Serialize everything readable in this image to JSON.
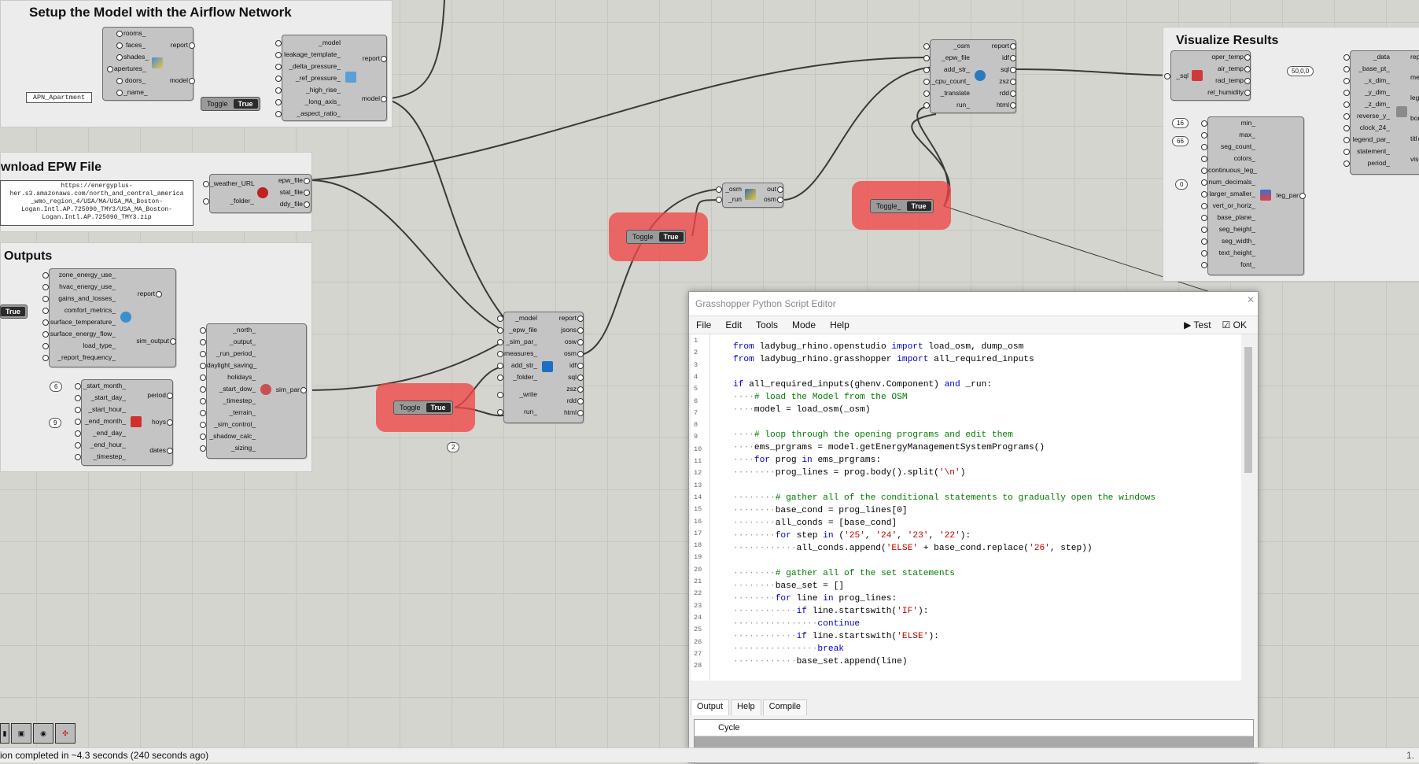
{
  "groups": {
    "airflow": {
      "title": "Setup the Model with the Airflow Network"
    },
    "epw": {
      "title": "wnload EPW File"
    },
    "outputs": {
      "title": "Outputs"
    },
    "visualize": {
      "title": "Visualize Results"
    }
  },
  "components": {
    "rooms_comp": {
      "inputs": [
        "rooms_",
        "faces_",
        "shades_",
        "apertures_",
        "doors_",
        "_name_"
      ],
      "outputs": [
        "report",
        "model"
      ]
    },
    "afn": {
      "inputs": [
        "_model",
        "leakage_template_",
        "_delta_pressure_",
        "_ref_pressure_",
        "_high_rise_",
        "_long_axis_",
        "_aspect_ratio_"
      ],
      "outputs": [
        "report",
        "model"
      ]
    },
    "epw": {
      "inputs": [
        "_weather_URL",
        "_folder_"
      ],
      "outputs": [
        "epw_file",
        "stat_file",
        "ddy_file"
      ]
    },
    "outputs_comp": {
      "inputs": [
        "zone_energy_use_",
        "hvac_energy_use_",
        "gains_and_losses_",
        "comfort_metrics_",
        "surface_temperature_",
        "surface_energy_flow_",
        "load_type_",
        "_report_frequency_"
      ],
      "outputs": [
        "report",
        "sim_output"
      ]
    },
    "period": {
      "inputs": [
        "_start_month_",
        "_start_day_",
        "_start_hour_",
        "_end_month_",
        "_end_day_",
        "_end_hour_",
        "_timestep_"
      ],
      "outputs": [
        "period",
        "hoys",
        "dates"
      ]
    },
    "simpar": {
      "inputs": [
        "_north_",
        "_output_",
        "_run_period_",
        "daylight_saving_",
        "holidays_",
        "_start_dow_",
        "_timestep_",
        "_terrain_",
        "_sim_control_",
        "_shadow_calc_",
        "_sizing_"
      ],
      "outputs": [
        "sim_par"
      ]
    },
    "export": {
      "inputs": [
        "_model",
        "_epw_file",
        "_sim_par_",
        "measures_",
        "add_str_",
        "_folder_",
        "_write",
        "run_"
      ],
      "outputs": [
        "report",
        "jsons",
        "osw",
        "osm",
        "idf",
        "sql",
        "zsz",
        "rdd",
        "html"
      ]
    },
    "python": {
      "inputs": [
        "_osm",
        "_run"
      ],
      "outputs": [
        "out",
        "osm"
      ]
    },
    "runosm": {
      "inputs": [
        "_osm",
        "_epw_file",
        "add_str_",
        "_cpu_count_",
        "_translate",
        "run_"
      ],
      "outputs": [
        "report",
        "idf",
        "sql",
        "zsz",
        "rdd",
        "html"
      ]
    },
    "readroom": {
      "inputs": [
        "_sql"
      ],
      "outputs": [
        "oper_temp",
        "air_temp",
        "rad_temp",
        "rel_humidity"
      ]
    },
    "legend": {
      "inputs": [
        "min_",
        "max_",
        "seg_count_",
        "colors_",
        "continuous_leg_",
        "num_decimals_",
        "larger_smaller_",
        "vert_or_horiz_",
        "base_plane_",
        "seg_height_",
        "seg_width_",
        "text_height_",
        "font_"
      ],
      "outputs": [
        "leg_par"
      ]
    },
    "colorroom": {
      "inputs": [
        "_data",
        "_base_pt_",
        "_x_dim_",
        "_y_dim_",
        "_z_dim_",
        "reverse_y_",
        "clock_24_",
        "legend_par_",
        "statement_",
        "period_"
      ],
      "outputs": [
        "rep",
        "me",
        "leg",
        "bor",
        "titl",
        "vis"
      ]
    }
  },
  "panels": {
    "name": "APN_Apartment",
    "url": "https://energyplus-\nher.s3.amazonaws.com/north_and_central_america\n_wmo_region_4/USA/MA/USA_MA_Boston-\nLogan.Intl.AP.725090_TMY3/USA_MA_Boston-\nLogan.Intl.AP.725090_TMY3.zip",
    "vector": "50,0,0"
  },
  "numbers": {
    "start_month": "6",
    "end_month": "9",
    "run_num": "2",
    "min": "16",
    "max": "66",
    "zero": "0"
  },
  "toggles": {
    "label": "Toggle",
    "label2": "Toggle_",
    "value": "True"
  },
  "editor": {
    "title": "Grasshopper Python Script Editor",
    "menu": [
      "File",
      "Edit",
      "Tools",
      "Mode",
      "Help"
    ],
    "test": "Test",
    "ok": "OK",
    "tabs": [
      "Output",
      "Help",
      "Compile"
    ],
    "output_header": "Cycle",
    "line_numbers": [
      "1",
      "2",
      "3",
      "4",
      "5",
      "6",
      "7",
      "8",
      "9",
      "10",
      "11",
      "12",
      "13",
      "14",
      "15",
      "16",
      "17",
      "18",
      "19",
      "20",
      "21",
      "22",
      "23",
      "24",
      "25",
      "26",
      "27",
      "28"
    ]
  },
  "status": {
    "text": "ion completed in ~4.3 seconds (240 seconds ago)",
    "right": "1."
  },
  "colors": {
    "canvas": "#d5d5cf",
    "group": "#ececec",
    "component": "#c4c4c4",
    "highlight": "#f04646",
    "keyword": "#0000c8",
    "comment": "#007a00",
    "string": "#c00000"
  }
}
